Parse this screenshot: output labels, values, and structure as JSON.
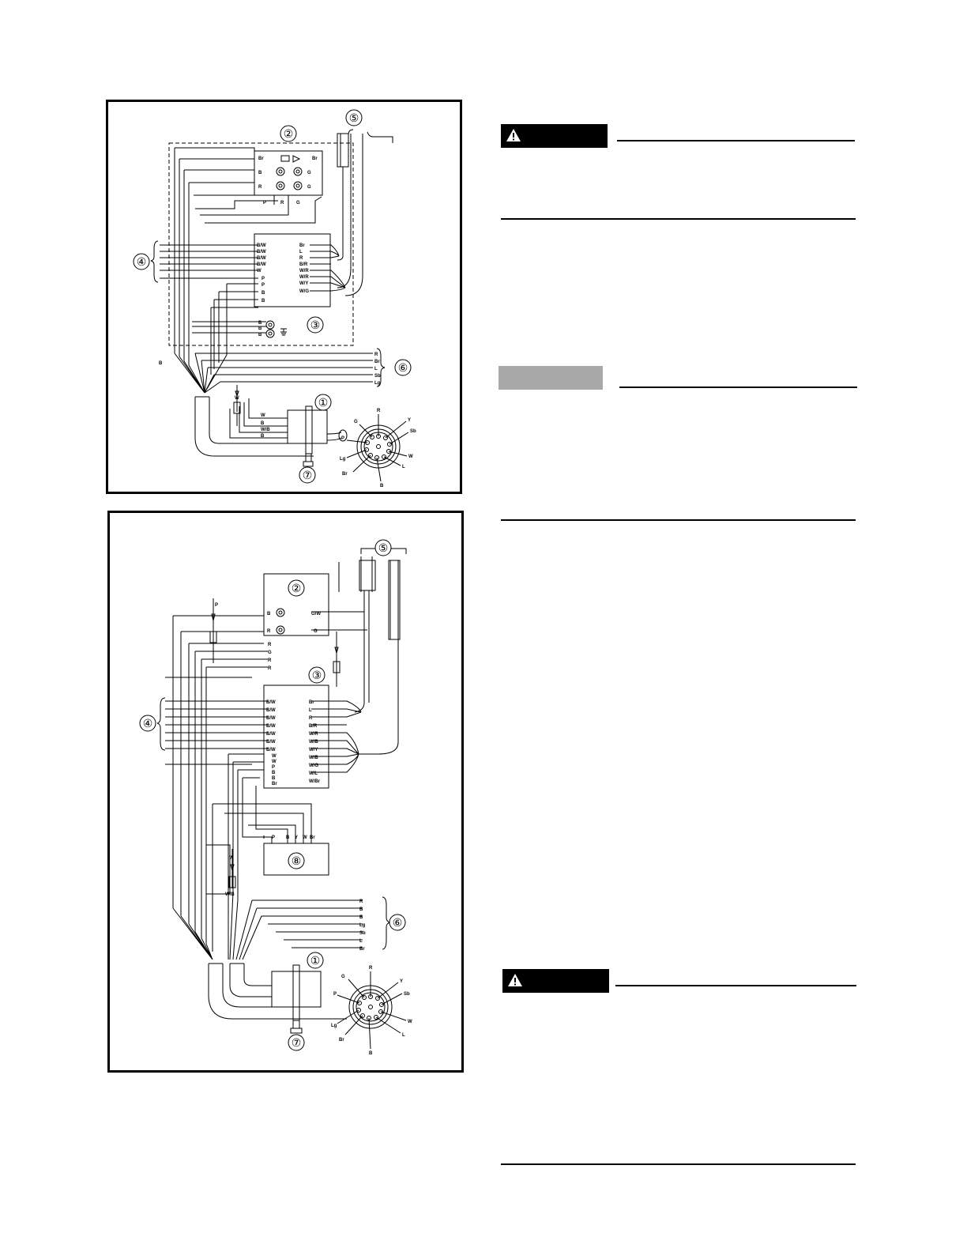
{
  "colors": {
    "ink": "#000000",
    "note_box": "#a8a8a8",
    "warning_box": "#000000"
  },
  "icons": {
    "warning": "warning-triangle-icon"
  },
  "diagram_top": {
    "callouts": [
      "①",
      "②",
      "③",
      "④",
      "⑤",
      "⑥",
      "⑦"
    ],
    "box2_left": [
      "Br",
      "B",
      "R"
    ],
    "box2_right": [
      "Br",
      "G",
      "G"
    ],
    "box2_bottom": [
      "P",
      "R",
      "G"
    ],
    "box3_left": [
      "B/W",
      "B/W",
      "B/W",
      "B/W",
      "W",
      "P",
      "P",
      "B",
      "B"
    ],
    "box3_right": [
      "Br",
      "L",
      "R",
      "B/R",
      "W/R",
      "W/R",
      "W/Y",
      "W/G"
    ],
    "ground": [
      "B",
      "B",
      "B"
    ],
    "left_b": "B",
    "group6": [
      "R",
      "Br",
      "L",
      "Sb",
      "Lg"
    ],
    "coil_leads": [
      "W",
      "B",
      "W/B",
      "B"
    ],
    "fuse_w": "W",
    "connector": [
      "R",
      "Y",
      "Sb",
      "W",
      "L",
      "B",
      "Br",
      "Lg",
      "P",
      "G"
    ]
  },
  "diagram_bottom": {
    "callouts": [
      "①",
      "②",
      "③",
      "④",
      "⑤",
      "⑥",
      "⑦",
      "⑧"
    ],
    "box2_left": [
      "B",
      "R"
    ],
    "box2_right": [
      "G/W",
      "G"
    ],
    "wires_below_box2": [
      "R",
      "G",
      "R",
      "R"
    ],
    "fuse_p": "P",
    "box3_left": [
      "B/W",
      "B/W",
      "B/W",
      "B/W",
      "B/W",
      "B/W",
      "B/W",
      "W",
      "W",
      "P",
      "B",
      "B",
      "Br"
    ],
    "box3_right": [
      "Br",
      "L",
      "R",
      "B/R",
      "W/R",
      "W/B",
      "W/Y",
      "W/B",
      "W/G",
      "W/L",
      "W/Br"
    ],
    "box8_leads": [
      "P",
      "B",
      "Y",
      "W",
      "Br"
    ],
    "fuse_w": "W",
    "fuse_wb": "W/B",
    "group6": [
      "R",
      "B",
      "B",
      "Lg",
      "Sb",
      "L",
      "Br"
    ],
    "connector": [
      "R",
      "Y",
      "Sb",
      "W",
      "L",
      "B",
      "Br",
      "Lg",
      "P",
      "G"
    ]
  }
}
